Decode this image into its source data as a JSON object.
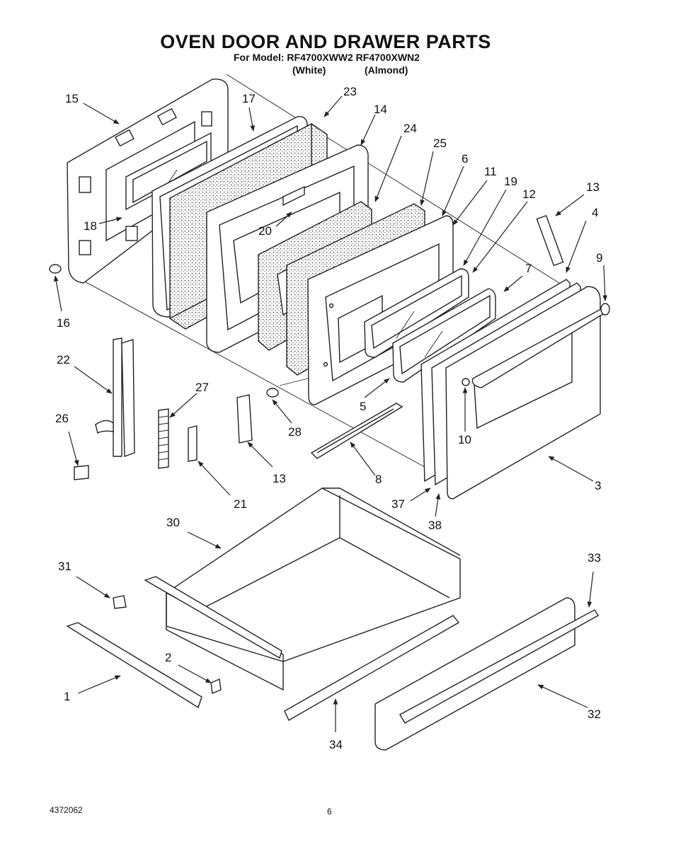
{
  "title": "OVEN DOOR AND DRAWER PARTS",
  "model_line": "For Model: RF4700XWW2 RF4700XWN2",
  "variants": [
    "(White)",
    "(Almond)"
  ],
  "document_number": "4372062",
  "page_number": "6",
  "part_labels": [
    "15",
    "17",
    "23",
    "14",
    "24",
    "25",
    "6",
    "11",
    "19",
    "12",
    "13",
    "4",
    "9",
    "18",
    "20",
    "7",
    "16",
    "22",
    "27",
    "5",
    "28",
    "10",
    "26",
    "13",
    "8",
    "3",
    "21",
    "37",
    "38",
    "30",
    "31",
    "33",
    "2",
    "1",
    "34",
    "32"
  ]
}
